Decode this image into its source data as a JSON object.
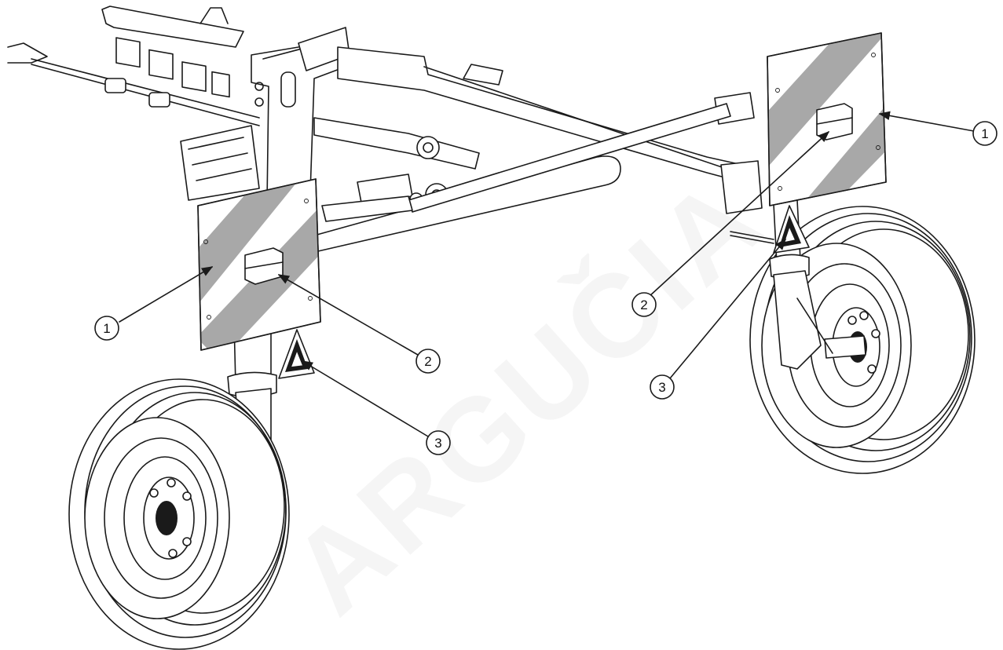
{
  "watermark": "ARGUČIA",
  "callouts": [
    {
      "id": "left-1",
      "label": "1"
    },
    {
      "id": "left-2",
      "label": "2"
    },
    {
      "id": "left-3",
      "label": "3"
    },
    {
      "id": "right-1",
      "label": "1"
    },
    {
      "id": "right-2",
      "label": "2"
    },
    {
      "id": "right-3",
      "label": "3"
    }
  ],
  "colors": {
    "line": "#1a1a1a",
    "reflector_stripe": "#a8a8a8",
    "background": "#ffffff"
  }
}
